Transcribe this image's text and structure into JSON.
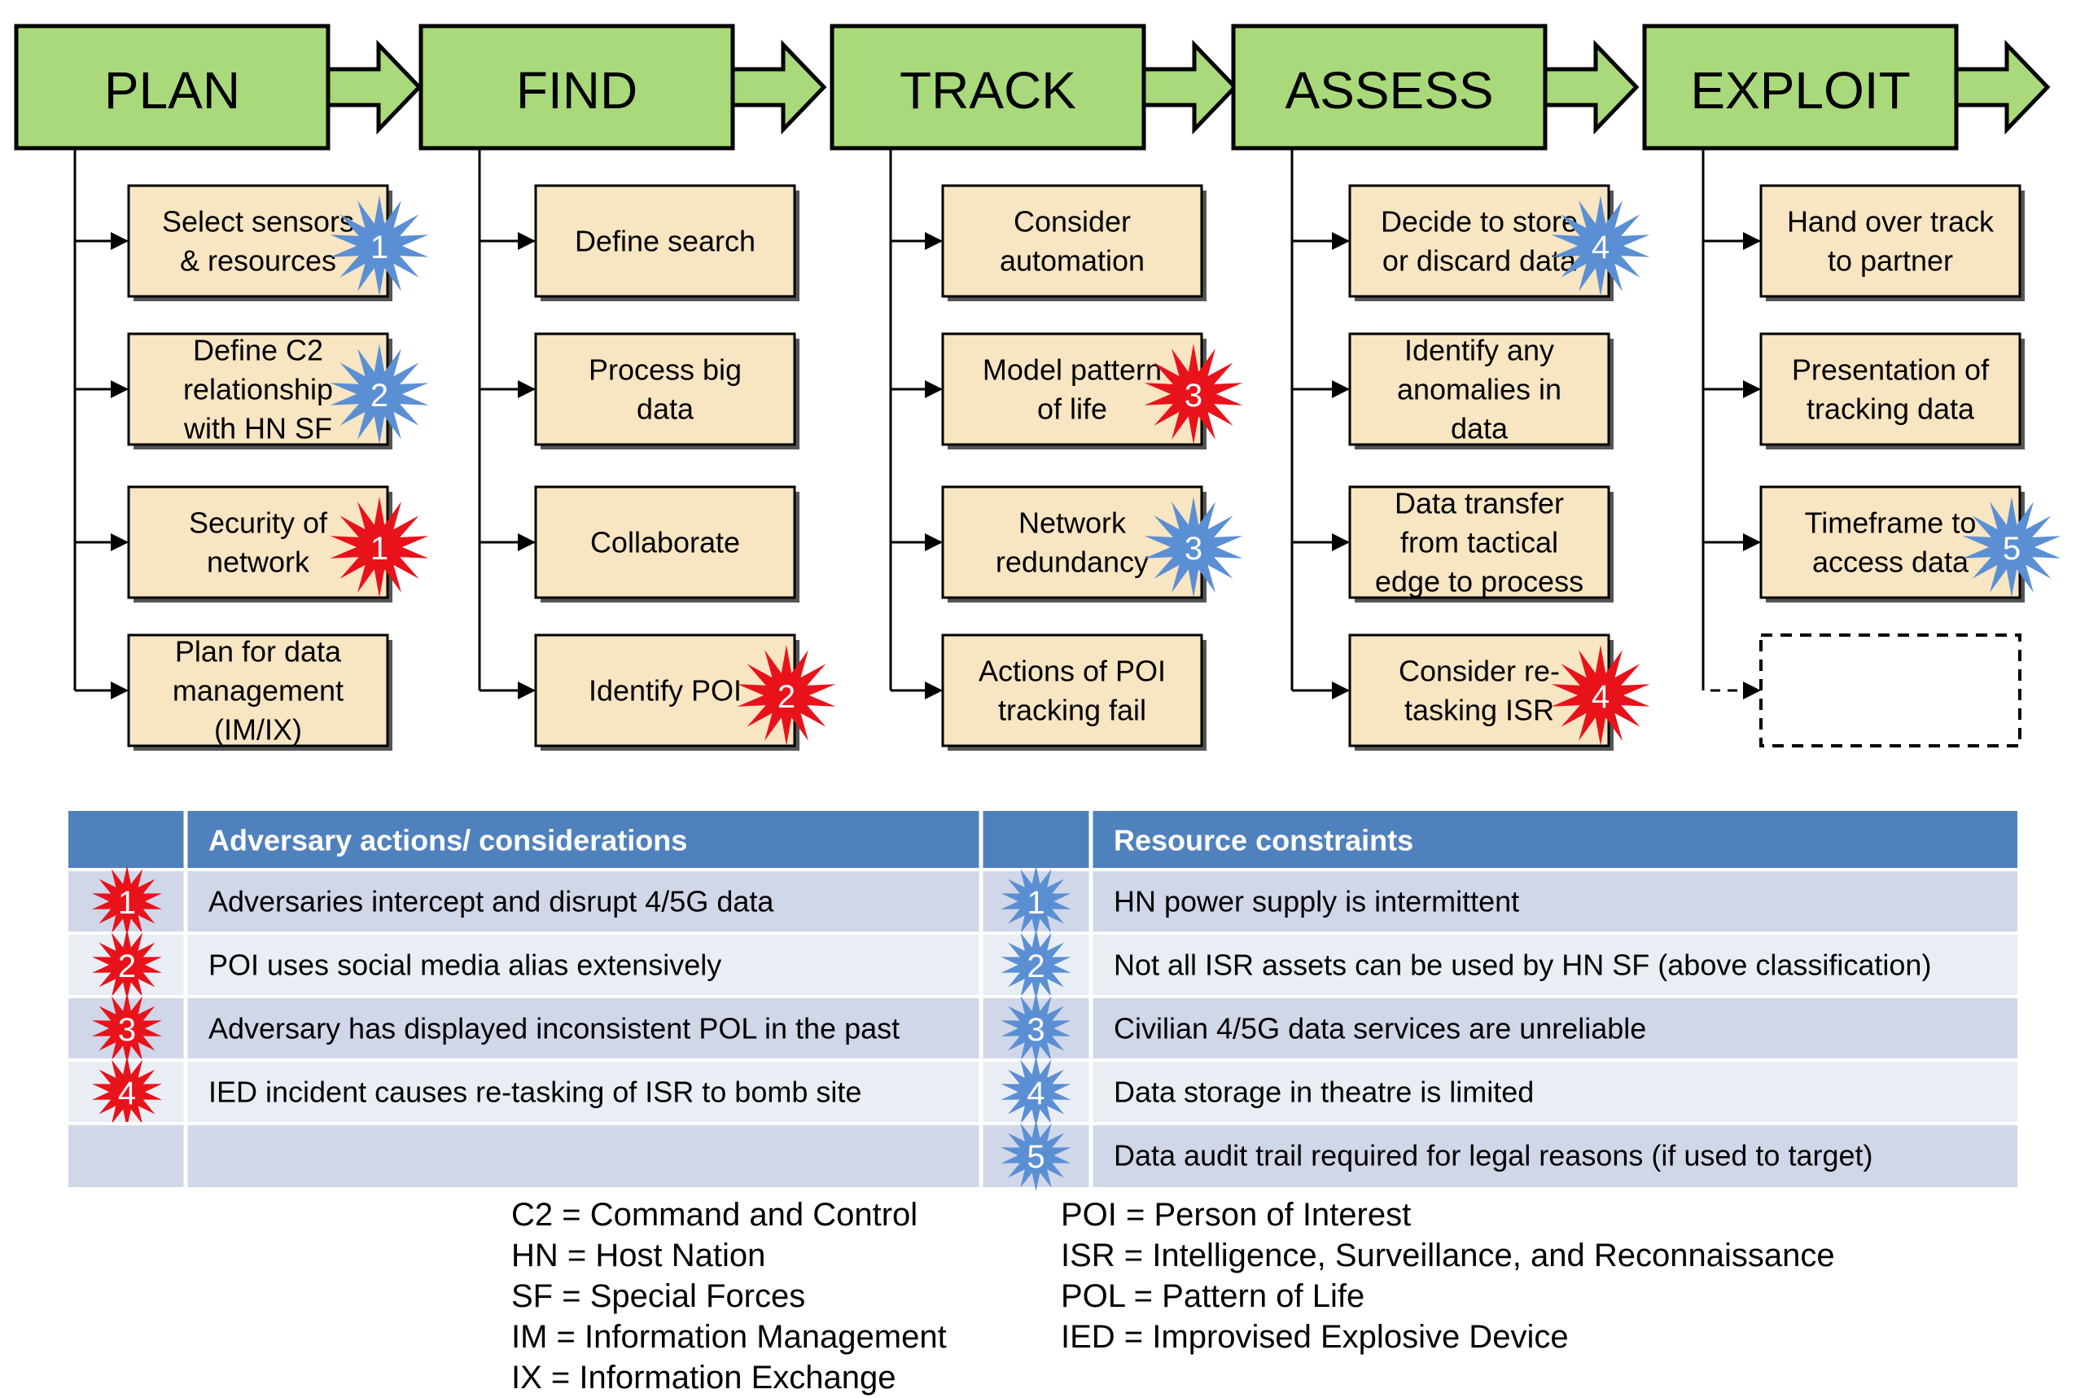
{
  "phases": [
    {
      "title": "PLAN",
      "tasks": [
        {
          "lines": [
            "Select sensors",
            "& resources"
          ],
          "badge": {
            "n": "1",
            "kind": "resource"
          }
        },
        {
          "lines": [
            "Define C2",
            "relationship",
            "with HN SF"
          ],
          "badge": {
            "n": "2",
            "kind": "resource"
          }
        },
        {
          "lines": [
            "Security of",
            "network"
          ],
          "badge": {
            "n": "1",
            "kind": "adversary"
          }
        },
        {
          "lines": [
            "Plan for data",
            "management",
            "(IM/IX)"
          ]
        }
      ]
    },
    {
      "title": "FIND",
      "tasks": [
        {
          "lines": [
            "Define search"
          ]
        },
        {
          "lines": [
            "Process big",
            "data"
          ]
        },
        {
          "lines": [
            "Collaborate"
          ]
        },
        {
          "lines": [
            "Identify POI"
          ],
          "badge": {
            "n": "2",
            "kind": "adversary"
          }
        }
      ]
    },
    {
      "title": "TRACK",
      "tasks": [
        {
          "lines": [
            "Consider",
            "automation"
          ]
        },
        {
          "lines": [
            "Model pattern",
            "of life"
          ],
          "badge": {
            "n": "3",
            "kind": "adversary"
          }
        },
        {
          "lines": [
            "Network",
            "redundancy"
          ],
          "badge": {
            "n": "3",
            "kind": "resource"
          }
        },
        {
          "lines": [
            "Actions of POI",
            "tracking fail"
          ]
        }
      ]
    },
    {
      "title": "ASSESS",
      "tasks": [
        {
          "lines": [
            "Decide to store",
            "or discard data"
          ],
          "badge": {
            "n": "4",
            "kind": "resource"
          }
        },
        {
          "lines": [
            "Identify any",
            "anomalies in",
            "data"
          ]
        },
        {
          "lines": [
            "Data transfer",
            "from tactical",
            "edge to process"
          ]
        },
        {
          "lines": [
            "Consider re-",
            "tasking ISR"
          ],
          "badge": {
            "n": "4",
            "kind": "adversary"
          }
        }
      ]
    },
    {
      "title": "EXPLOIT",
      "tasks": [
        {
          "lines": [
            "Hand over track",
            "to partner"
          ]
        },
        {
          "lines": [
            "Presentation of",
            "tracking data"
          ]
        },
        {
          "lines": [
            "Timeframe to",
            "access data"
          ],
          "badge": {
            "n": "5",
            "kind": "resource"
          }
        },
        {
          "lines": [],
          "placeholder": true
        }
      ]
    }
  ],
  "table": {
    "adversary_header": "Adversary actions/ considerations",
    "resource_header": "Resource constraints",
    "rows": [
      {
        "adv_n": "1",
        "adv": "Adversaries intercept and disrupt 4/5G data",
        "res_n": "1",
        "res": "HN power supply is intermittent"
      },
      {
        "adv_n": "2",
        "adv": "POI uses social media alias extensively",
        "res_n": "2",
        "res": "Not all ISR assets can be used by HN SF (above classification)"
      },
      {
        "adv_n": "3",
        "adv": "Adversary has displayed inconsistent POL in the past",
        "res_n": "3",
        "res": "Civilian 4/5G data services are unreliable"
      },
      {
        "adv_n": "4",
        "adv": "IED incident causes re-tasking of ISR to bomb site",
        "res_n": "4",
        "res": "Data storage in theatre is limited"
      },
      {
        "adv_n": "",
        "adv": "",
        "res_n": "5",
        "res": "Data audit trail required for legal reasons (if used to target)"
      }
    ]
  },
  "abbreviations": {
    "left": [
      "C2 = Command and Control",
      "HN = Host Nation",
      "SF = Special Forces",
      "IM = Information Management",
      "IX = Information Exchange"
    ],
    "right": [
      "POI = Person of Interest",
      "ISR = Intelligence, Surveillance, and Reconnaissance",
      "POL = Pattern of Life",
      "IED = Improvised Explosive Device"
    ]
  },
  "colors": {
    "phase_fill": "#a9d97a",
    "task_fill": "#f8e5c2",
    "adversary_badge": "#e8121b",
    "resource_badge": "#5b8fd4",
    "table_header": "#4f81bd",
    "table_row_dark": "#cfd7e8",
    "table_row_light": "#e9edf4"
  }
}
